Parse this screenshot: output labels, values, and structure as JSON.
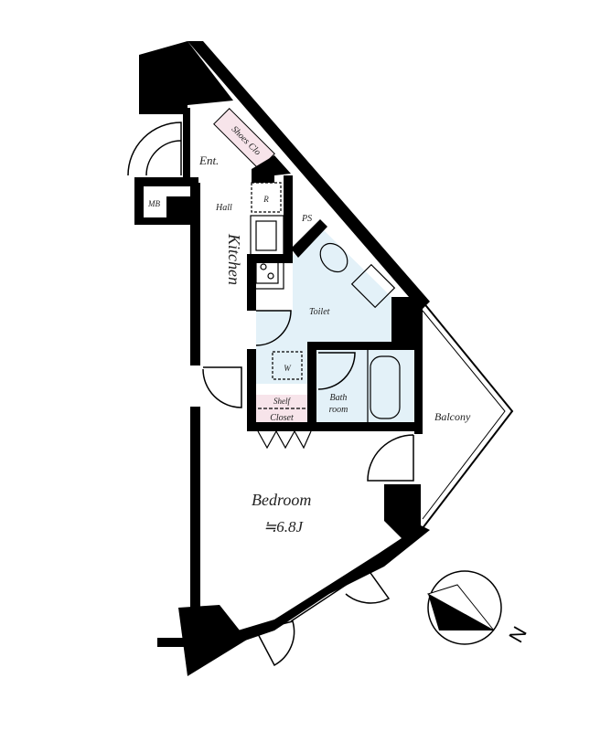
{
  "rooms": {
    "entrance": "Ent.",
    "shoes_closet": "Shoes Clo",
    "meter_box": "MB",
    "hall": "Hall",
    "refrigerator": "R",
    "kitchen": "Kitchen",
    "pipe_space": "PS",
    "toilet": "Toilet",
    "washer": "W",
    "shelf": "Shelf",
    "closet": "Closet",
    "bath_line1": "Bath",
    "bath_line2": "room",
    "balcony": "Balcony",
    "bedroom": "Bedroom",
    "bedroom_size": "≒6.8J"
  },
  "compass": {
    "label": "N"
  },
  "colors": {
    "wall": "#000000",
    "wet_area": "#e3f1f8",
    "storage": "#f7e4ea"
  }
}
